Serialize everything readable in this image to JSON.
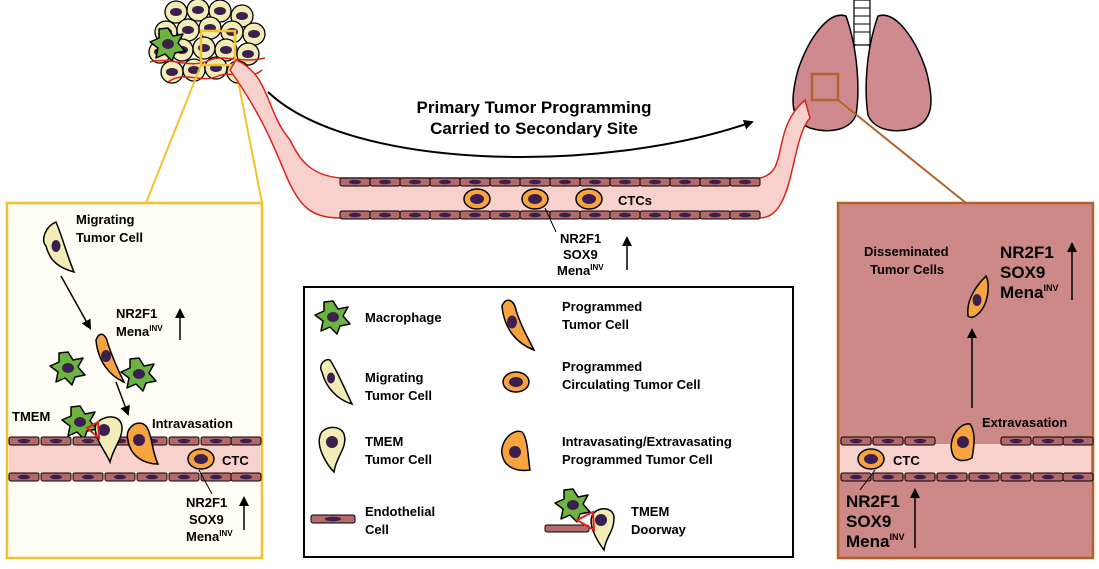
{
  "title_line1": "Primary Tumor Programming",
  "title_line2": "Carried to Secondary Site",
  "vessel": {
    "ctc_label": "CTCs",
    "markers": [
      "NR2F1",
      "SOX9",
      "Mena"
    ],
    "mena_sup": "INV"
  },
  "left_panel": {
    "migrating_line1": "Migrating",
    "migrating_line2": "Tumor Cell",
    "markers": [
      "NR2F1",
      "Mena"
    ],
    "mena_sup": "INV",
    "tmem": "TMEM",
    "intravasation": "Intravasation",
    "ctc": "CTC",
    "bottom_markers": [
      "NR2F1",
      "SOX9",
      "Mena"
    ],
    "bottom_sup": "INV"
  },
  "right_panel": {
    "disseminated_line1": "Disseminated",
    "disseminated_line2": "Tumor Cells",
    "markers": [
      "NR2F1",
      "SOX9",
      "Mena"
    ],
    "mena_sup": "INV",
    "extravasation": "Extravasation",
    "ctc": "CTC",
    "bottom_markers": [
      "NR2F1",
      "SOX9",
      "Mena"
    ],
    "bottom_sup": "INV"
  },
  "legend": {
    "macrophage": "Macrophage",
    "migrating_line1": "Migrating",
    "migrating_line2": "Tumor Cell",
    "tmem_line1": "TMEM",
    "tmem_line2": "Tumor Cell",
    "endothelial_line1": "Endothelial",
    "endothelial_line2": "Cell",
    "programmed_line1": "Programmed",
    "programmed_line2": "Tumor Cell",
    "circulating_line1": "Programmed",
    "circulating_line2": "Circulating  Tumor Cell",
    "intra_line1": "Intravasating/Extravasating",
    "intra_line2": "Programmed  Tumor Cell",
    "doorway_line1": "TMEM",
    "doorway_line2": "Doorway"
  },
  "colors": {
    "panel_left_border": "#f2c12e",
    "panel_right_fill": "#cd8888",
    "panel_right_border": "#b4622c",
    "vessel_fill": "#f8d1cc",
    "endothelial": "#b46a6a",
    "tumor_orange": "#f7a440",
    "migrating_cream": "#f2edb6",
    "macrophage_green": "#6db33f",
    "nucleus": "#3b1f4f",
    "lung": "#cf8a8f"
  }
}
